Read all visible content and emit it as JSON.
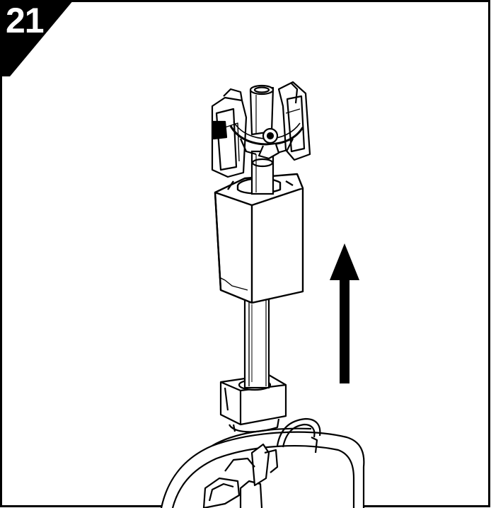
{
  "step": {
    "number": "21"
  },
  "colors": {
    "ink": "#000000",
    "paper": "#ffffff"
  },
  "illustration": {
    "subject": "handle-assembly",
    "action": "lift-up",
    "arrow_direction": "up"
  }
}
